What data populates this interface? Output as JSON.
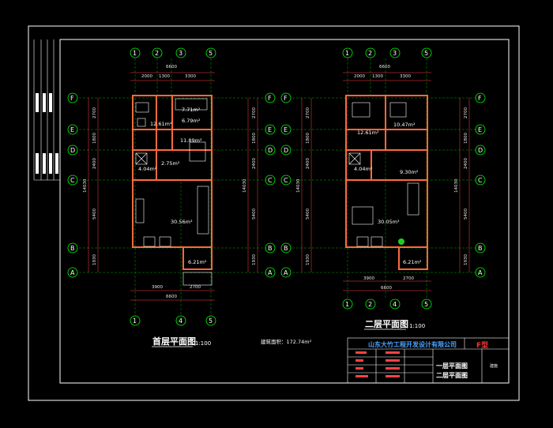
{
  "colors": {
    "background": "#000000",
    "frame": "#ffffff",
    "grid": "#00ff00",
    "wall": "#ff6a3d",
    "dimension": "#ff4040",
    "title_block_text": "#ff3333",
    "company": "#4aa3ff"
  },
  "left_plan": {
    "title": "首层平面图",
    "scale": "1:100",
    "top_dims": [
      "2000",
      "1300",
      "3300"
    ],
    "top_total": "6600",
    "bottom_dims": [
      "3900",
      "2700"
    ],
    "bottom_total": "6600",
    "top_axes": [
      "1",
      "2",
      "3",
      "5"
    ],
    "bottom_axes": [
      "1",
      "4",
      "5"
    ],
    "side_dims": [
      "2700",
      "1800",
      "2400",
      "5400",
      "1930"
    ],
    "side_total": "14030",
    "rooms": [
      "7.71m²",
      "6.79m²",
      "12.61m²",
      "11.89m²",
      "4.04m²",
      "2.75m²",
      "30.56m²",
      "6.21m²"
    ]
  },
  "right_plan": {
    "title": "二层平面图",
    "scale": "1:100",
    "top_dims": [
      "2000",
      "1300",
      "3300"
    ],
    "top_total": "6600",
    "bottom_dims": [
      "3900",
      "2700"
    ],
    "bottom_total": "6600",
    "top_axes": [
      "1",
      "2",
      "3",
      "5"
    ],
    "bottom_axes": [
      "1",
      "2",
      "4",
      "5"
    ],
    "side_dims": [
      "2700",
      "1800",
      "2400",
      "5400",
      "1930"
    ],
    "side_total": "14030",
    "rooms": [
      "12.61m²",
      "10.47m²",
      "4.04m²",
      "9.30m²",
      "30.05m²",
      "6.21m²"
    ]
  },
  "row_axes": [
    "F",
    "E",
    "D",
    "C",
    "B",
    "A"
  ],
  "building_area": "建筑面积：172.74m²",
  "company_name": "山东大竹工程开发设计有限公司",
  "house_type": "F型",
  "drawing_names": [
    "一层平面图",
    "二层平面图"
  ],
  "sheet_number": "建施"
}
